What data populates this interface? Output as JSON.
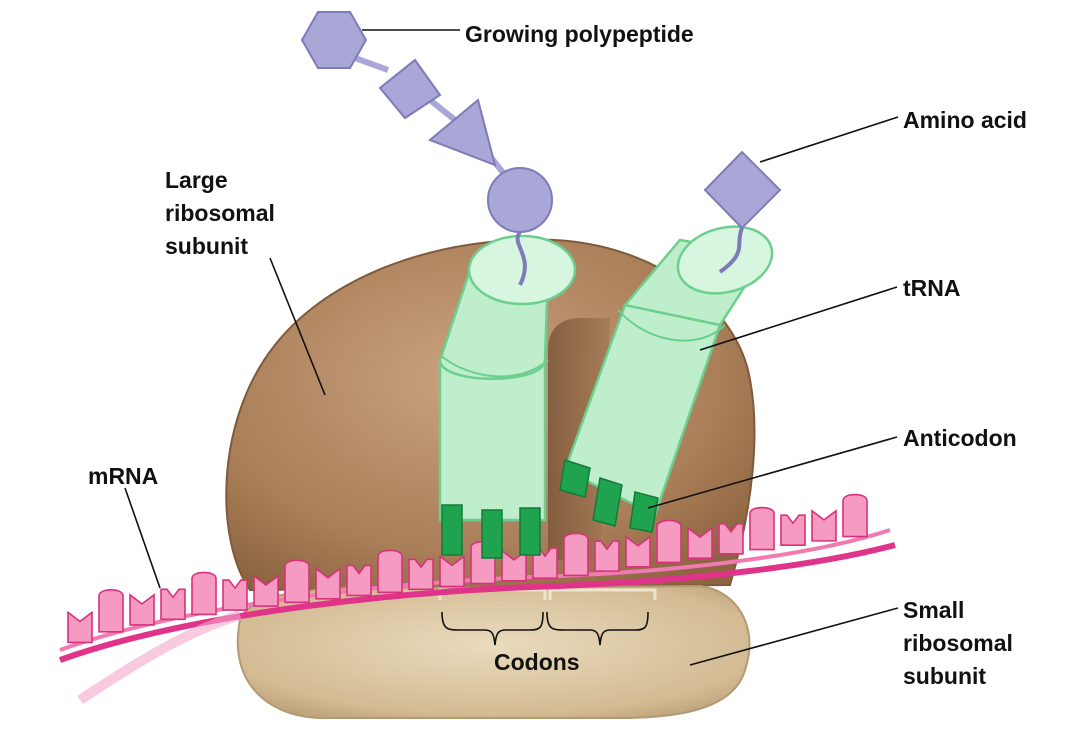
{
  "labels": {
    "growing_polypeptide": "Growing polypeptide",
    "amino_acid": "Amino acid",
    "large_subunit": [
      "Large",
      "ribosomal",
      "subunit"
    ],
    "trna": "tRNA",
    "anticodon": "Anticodon",
    "mrna": "mRNA",
    "small_subunit": [
      "Small",
      "ribosomal",
      "subunit"
    ],
    "codons": "Codons"
  },
  "colors": {
    "large_subunit": "#b48a63",
    "small_subunit": "#d8c29d",
    "trna": "#bfeecd",
    "anticodon": "#1fa34f",
    "mrna": "#e0338a",
    "amino_acid": "#a9a6d8"
  }
}
